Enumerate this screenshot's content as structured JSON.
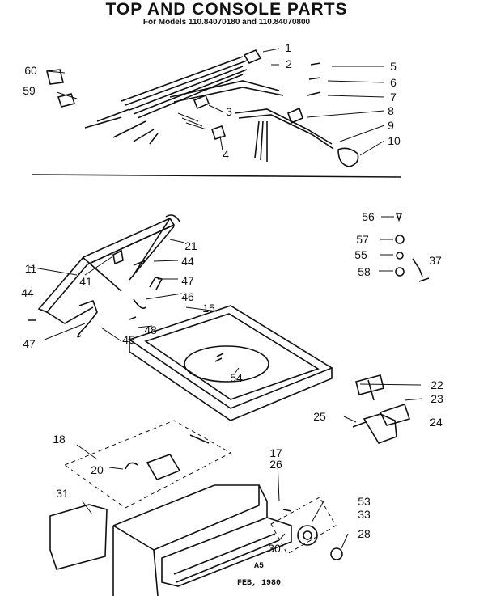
{
  "diagram": {
    "title": "TOP AND CONSOLE PARTS",
    "subtitle": "For Models 110.84070180 and 110.84070800",
    "footer_code": "A5",
    "footer_date": "FEB, 1980"
  },
  "labels": [
    "1",
    "2",
    "3",
    "4",
    "5",
    "6",
    "7",
    "8",
    "9",
    "10",
    "59",
    "60",
    "11",
    "15",
    "17",
    "18",
    "20",
    "21",
    "22",
    "23",
    "24",
    "25",
    "26",
    "28",
    "30",
    "31",
    "33",
    "37",
    "41",
    "44",
    "44",
    "45",
    "46",
    "47",
    "47",
    "48",
    "53",
    "54",
    "55",
    "56",
    "57",
    "58"
  ]
}
